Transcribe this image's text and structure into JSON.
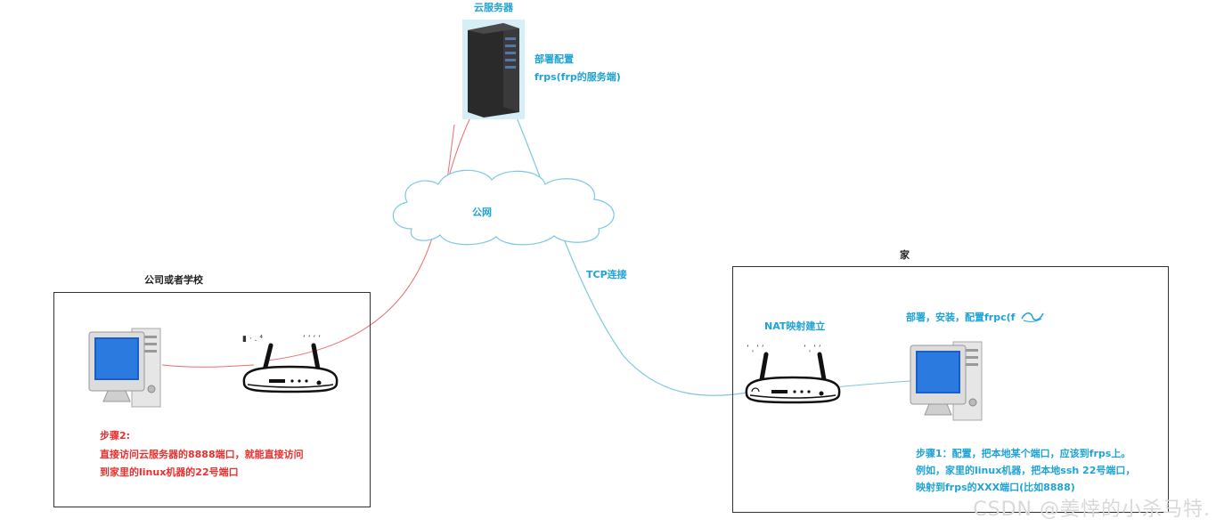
{
  "server": {
    "title": "云服务器",
    "deploy_line1": "部署配置",
    "deploy_line2": "frps(frp的服务端)"
  },
  "cloud": {
    "label": "公网"
  },
  "connection": {
    "tcp_label": "TCP连接"
  },
  "company": {
    "title": "公司或者学校",
    "step_title": "步骤2:",
    "step_line1": "直接访问云服务器的8888端口，就能直接访问",
    "step_line2": "到家里的linux机器的22号端口"
  },
  "home": {
    "title": "家",
    "nat_label": "NAT映射建立",
    "deploy_label": "部署，安装，配置frpc(f",
    "step_line1": "步骤1：配置，把本地某个端口，应该到frps上。",
    "step_line2": "例如，家里的linux机器，把本地ssh 22号端口，",
    "step_line3": "映射到frps的XXX端口(比如8888)"
  },
  "watermark": "CSDN @姜悻的小杀马特.",
  "colors": {
    "accent_blue": "#1ea3d6",
    "red": "#e8312f",
    "blue_line": "#7cc8e3",
    "red_line": "#ef6b6b"
  },
  "icons": [
    "server-rack-icon",
    "cloud-icon",
    "computer-icon",
    "router-icon"
  ]
}
